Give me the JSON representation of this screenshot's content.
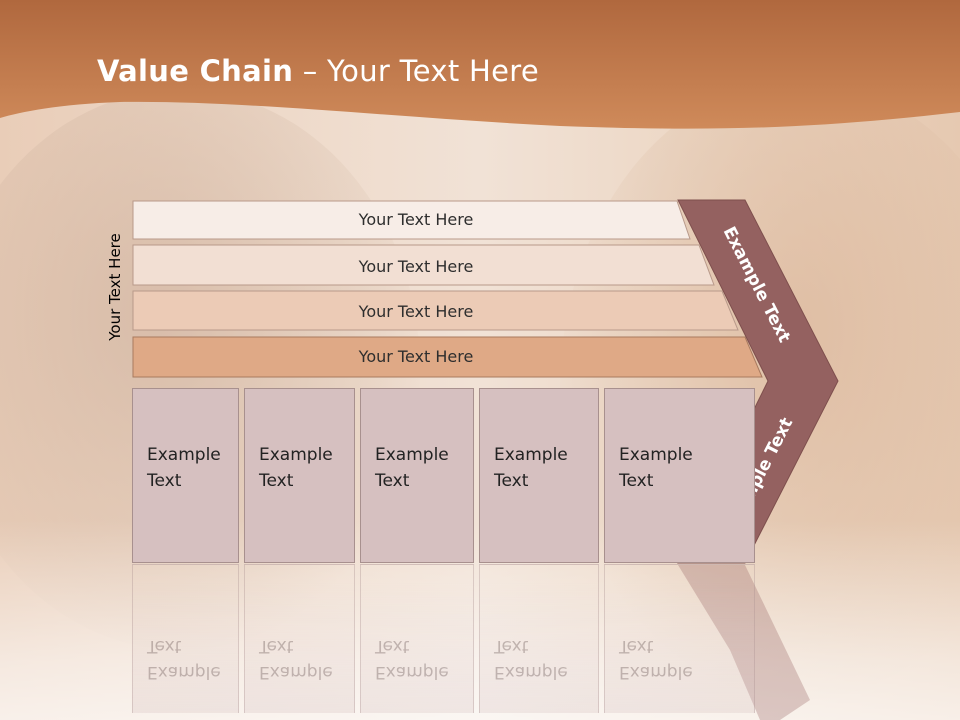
{
  "header": {
    "title_bold": "Value Chain",
    "title_rest": " – Your Text Here"
  },
  "side_label": "Your Text Here",
  "bands": [
    "Your Text Here",
    "Your Text Here",
    "Your Text Here",
    "Your Text Here"
  ],
  "boxes": [
    {
      "line1": "Example",
      "line2": "Text"
    },
    {
      "line1": "Example",
      "line2": "Text"
    },
    {
      "line1": "Example",
      "line2": "Text"
    },
    {
      "line1": "Example",
      "line2": "Text"
    },
    {
      "line1": "Example",
      "line2": "Text"
    }
  ],
  "chevron": {
    "upper": "Example Text",
    "lower": "Example Text"
  },
  "colors": {
    "header": "#bd6f3e",
    "chevron": "#946160",
    "box": "#d6c0c0"
  }
}
